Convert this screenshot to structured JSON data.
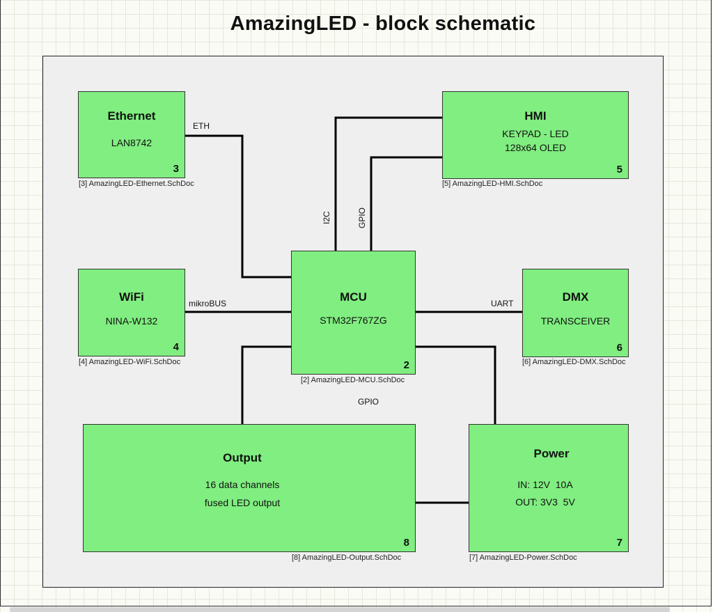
{
  "title": "AmazingLED - block schematic",
  "blocks": {
    "ethernet": {
      "name": "Ethernet",
      "lines": [
        "LAN8742"
      ],
      "number": "3",
      "doc": "[3] AmazingLED-Ethernet.SchDoc"
    },
    "hmi": {
      "name": "HMI",
      "lines": [
        "KEYPAD - LED",
        "128x64 OLED"
      ],
      "number": "5",
      "doc": "[5] AmazingLED-HMI.SchDoc"
    },
    "wifi": {
      "name": "WiFi",
      "lines": [
        "NINA-W132"
      ],
      "number": "4",
      "doc": "[4] AmazingLED-WiFi.SchDoc"
    },
    "mcu": {
      "name": "MCU",
      "lines": [
        "STM32F767ZG"
      ],
      "number": "2",
      "doc": "[2] AmazingLED-MCU.SchDoc"
    },
    "dmx": {
      "name": "DMX",
      "lines": [
        "TRANSCEIVER"
      ],
      "number": "6",
      "doc": "[6] AmazingLED-DMX.SchDoc"
    },
    "output": {
      "name": "Output",
      "lines": [
        "16 data channels",
        "fused LED output"
      ],
      "number": "8",
      "doc": "[8] AmazingLED-Output.SchDoc"
    },
    "power": {
      "name": "Power",
      "lines": [
        "IN: 12V  10A",
        "OUT: 3V3  5V"
      ],
      "number": "7",
      "doc": "[7] AmazingLED-Power.SchDoc"
    }
  },
  "nets": {
    "eth": "ETH",
    "i2c": "I2C",
    "gpio_hmi": "GPIO",
    "mikrobus": "mikroBUS",
    "uart": "UART",
    "gpio_output": "GPIO"
  },
  "colors": {
    "block_fill": "#80ee80",
    "wire": "#000000",
    "canvas": "#efefef"
  }
}
